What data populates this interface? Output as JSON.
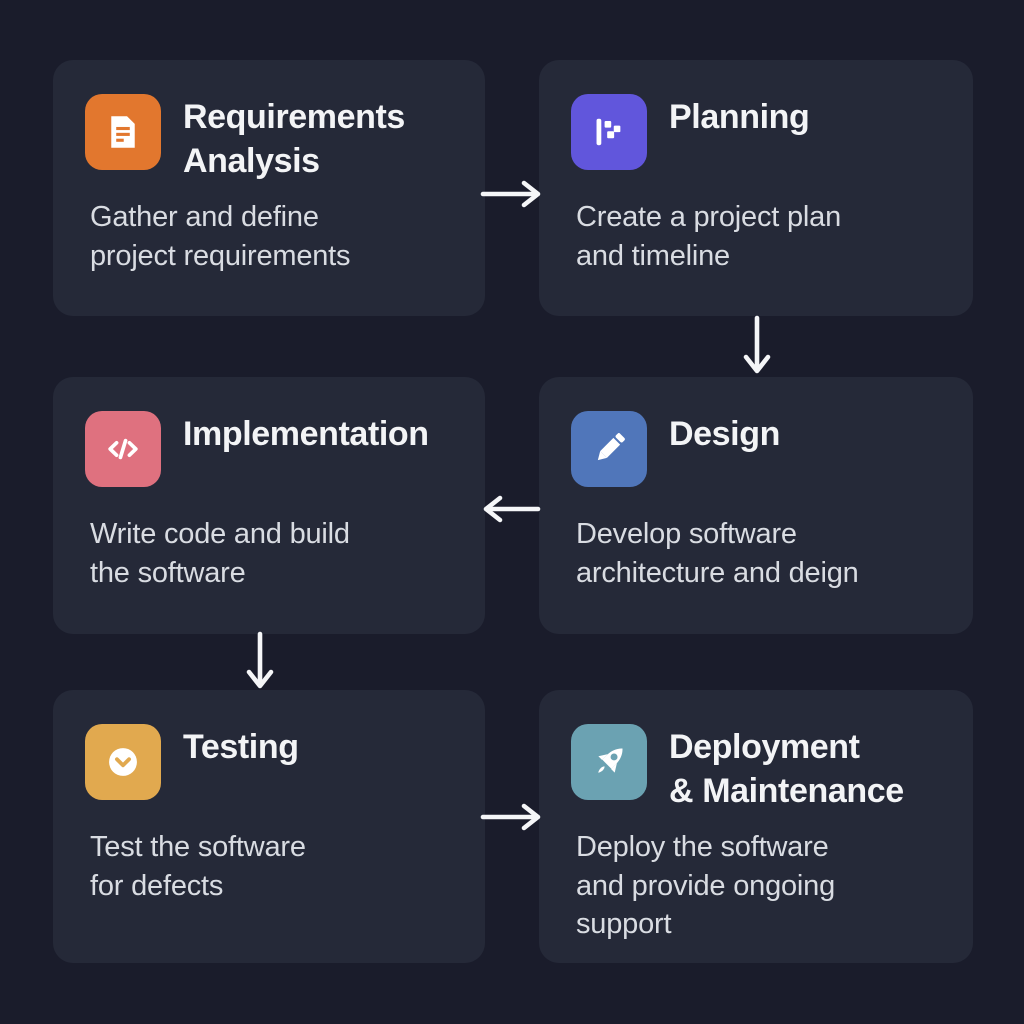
{
  "page": {
    "background_color": "#1a1c2b",
    "card_background_color": "#252938",
    "title_color": "#f3f4f6",
    "description_color": "#d9dce2",
    "arrow_color": "#f5f6f8"
  },
  "diagram": {
    "name": "software-development-lifecycle-flowchart"
  },
  "cards": [
    {
      "id": "requirements-analysis",
      "title": "Requirements\nAnalysis",
      "description": "Gather and define\nproject requirements",
      "icon": "document-icon",
      "icon_color": "#e2772e"
    },
    {
      "id": "planning",
      "title": "Planning",
      "description": "Create a project plan\nand timeline",
      "icon": "gantt-chart-icon",
      "icon_color": "#6156dc"
    },
    {
      "id": "implementation",
      "title": "Implementation",
      "description": "Write code and build\nthe software",
      "icon": "code-icon",
      "icon_color": "#df717f"
    },
    {
      "id": "design",
      "title": "Design",
      "description": "Develop software\narchitecture and deign",
      "icon": "pencil-icon",
      "icon_color": "#5076ba"
    },
    {
      "id": "testing",
      "title": "Testing",
      "description": "Test the software\nfor defects",
      "icon": "check-circle-icon",
      "icon_color": "#e1a94f"
    },
    {
      "id": "deployment-maintenance",
      "title": "Deployment\n& Maintenance",
      "description": "Deploy the software\nand provide ongoing\nsupport",
      "icon": "rocket-icon",
      "icon_color": "#6ba2b2"
    }
  ],
  "arrows": [
    {
      "from": "requirements-analysis",
      "to": "planning",
      "direction": "right"
    },
    {
      "from": "planning",
      "to": "design",
      "direction": "down"
    },
    {
      "from": "design",
      "to": "implementation",
      "direction": "left"
    },
    {
      "from": "implementation",
      "to": "testing",
      "direction": "down"
    },
    {
      "from": "testing",
      "to": "deployment-maintenance",
      "direction": "right"
    }
  ]
}
